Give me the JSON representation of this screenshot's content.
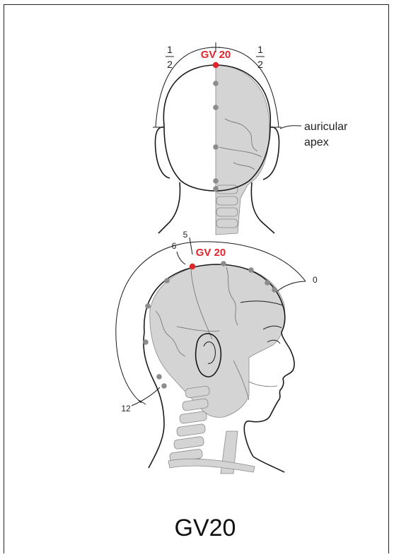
{
  "front_view": {
    "point_label": "GV 20",
    "half_left_num": "1",
    "half_left_den": "2",
    "half_right_num": "1",
    "half_right_den": "2",
    "side_label_line1": "auricular",
    "side_label_line2": "apex"
  },
  "side_view": {
    "point_label": "GV 20",
    "mark_5": "5",
    "mark_6": "6",
    "mark_0": "0",
    "mark_12": "12"
  },
  "caption": "GV20",
  "colors": {
    "point_highlight": "#e0252b",
    "point_regular": "#8c8c8c",
    "bone": "#d4d4d4"
  }
}
